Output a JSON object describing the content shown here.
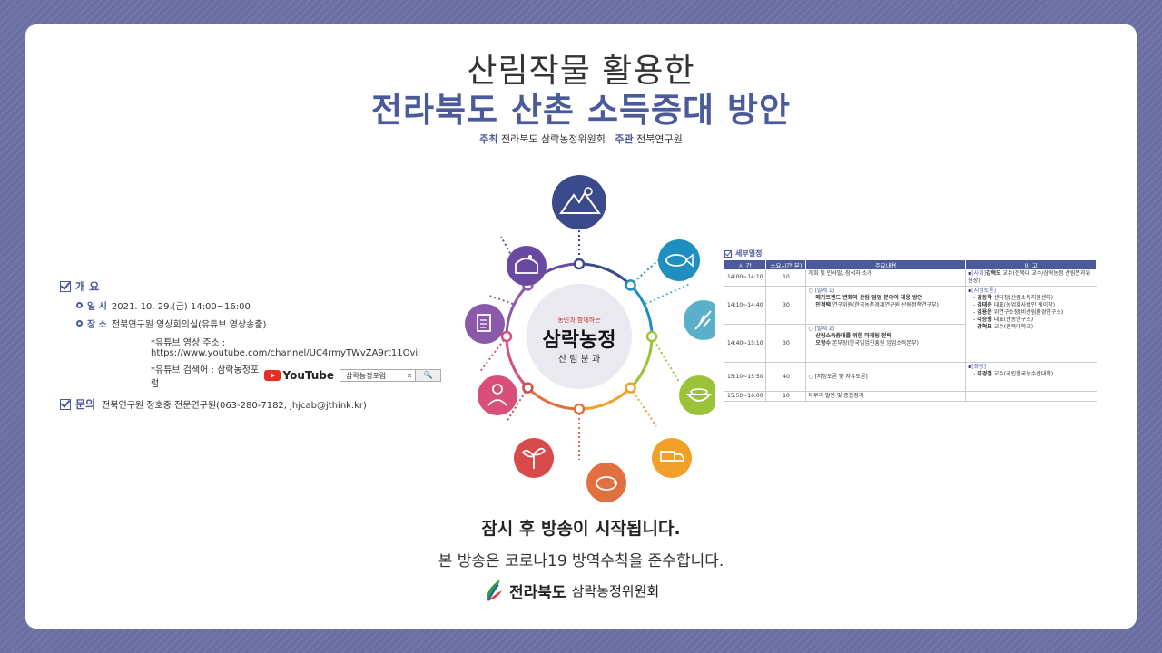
{
  "header": {
    "title_line1": "산림작물 활용한",
    "title_line2": "전라북도 산촌 소득증대 방안",
    "host_label": "주최",
    "host": "전라북도 삼락농정위원회",
    "organizer_label": "주관",
    "organizer": "전북연구원"
  },
  "overview": {
    "heading": "개 요",
    "date_label": "일 시",
    "date_value": "2021. 10. 29.(금) 14:00~16:00",
    "place_label": "장 소",
    "place_value": "전북연구원 영상회의실(유튜브 영상송출)",
    "youtube_url": "*유튜브 영상 주소 : https://www.youtube.com/channel/UC4rmyTWvZA9rt11OviI",
    "youtube_search_label": "*유튜브 검색어 : 삼락농정포럼",
    "youtube_logo": "YouTube",
    "search_query": "삼락농정포럼",
    "search_clear": "✕",
    "search_button": "🔍",
    "contact_heading": "문의",
    "contact_value": "전북연구원 정호중 전문연구원(063-280-7182, jhjcab@jthink.kr)"
  },
  "diagram": {
    "center_small": "농민과 함께하는",
    "center_main": "삼락농정",
    "center_sub": "산 림 분 과"
  },
  "schedule": {
    "heading": "세부일정",
    "headers": [
      "시 간",
      "소요시간(분)",
      "주요내용",
      "비 고"
    ],
    "rows": [
      {
        "time": "14:00~14:10",
        "dur": "10",
        "content": "개회 및 인사말, 참석자 소개"
      },
      {
        "time": "14:10~14:40",
        "dur": "30",
        "tag": "[발제 1]",
        "title": "메가트렌드 변화와 산림·임업 분야의 대응 방안",
        "speaker": "민경택",
        "aff": "연구위원(한국농촌경제연구원 산림정책연구부)"
      },
      {
        "time": "14:40~15:10",
        "dur": "30",
        "tag": "[발제 2]",
        "title": "산림소득증대를 위한 마케팅 전략",
        "speaker": "오왕수",
        "aff": "본부장(한국임업진흥원 임업소득본부)"
      },
      {
        "time": "15:10~15:50",
        "dur": "40",
        "content": "[지정토론 및 자유토론]"
      },
      {
        "time": "15:50~16:00",
        "dur": "10",
        "content": "마무리 발언 및 종합정리"
      }
    ],
    "notes": {
      "chair": "[사회]",
      "chair_name": "강혁모",
      "chair_aff": "교수(전북대 교수/삼락농정 산림분과위원장)",
      "panel": "[지정토론]",
      "panelists": [
        {
          "name": "김동학",
          "aff": "센터장(산림소득지원센터)"
        },
        {
          "name": "김태준",
          "aff": "대표(농업회사법인 케이팜)"
        },
        {
          "name": "김용운",
          "aff": "위연구소장(비산림환경연구소)"
        },
        {
          "name": "이승형",
          "aff": "대표(산농연구소)"
        },
        {
          "name": "강혁모",
          "aff": "교수(전북대학교)"
        }
      ],
      "seat": "[좌장]",
      "seat_name": "이경철",
      "seat_aff": "교수(국립한국농수산대학)"
    }
  },
  "bottom": {
    "soon": "잠시 후 방송이 시작됩니다.",
    "notice": "본 방송은 코로나19 방역수칙을 준수합니다.",
    "logo_region": "전라북도",
    "logo_org": "삼락농정위원회"
  },
  "colors": {
    "brand": "#4a5a9a",
    "background": "#6a6fa3"
  }
}
